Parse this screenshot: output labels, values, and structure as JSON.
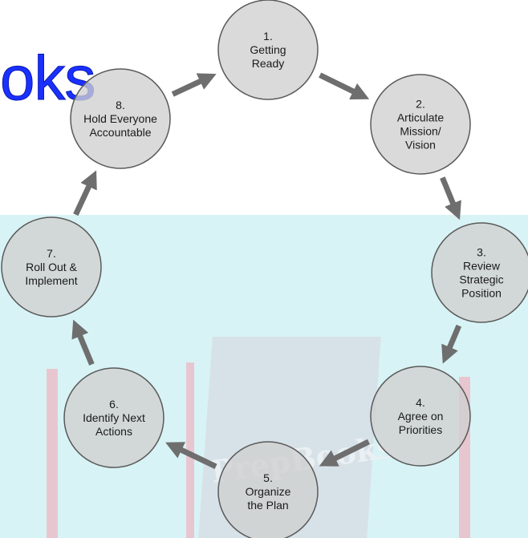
{
  "watermark": {
    "text": "oks",
    "book_word": "PrepBooks"
  },
  "diagram": {
    "steps": [
      {
        "number": "1.",
        "lines": [
          "Getting",
          "Ready"
        ]
      },
      {
        "number": "2.",
        "lines": [
          "Articulate",
          "Mission/",
          "Vision"
        ]
      },
      {
        "number": "3.",
        "lines": [
          "Review",
          "Strategic",
          "Position"
        ]
      },
      {
        "number": "4.",
        "lines": [
          "Agree on",
          "Priorities"
        ]
      },
      {
        "number": "5.",
        "lines": [
          "Organize",
          "the Plan"
        ]
      },
      {
        "number": "6.",
        "lines": [
          "Identify Next",
          "Actions"
        ]
      },
      {
        "number": "7.",
        "lines": [
          "Roll Out &",
          "Implement"
        ]
      },
      {
        "number": "8.",
        "lines": [
          "Hold Everyone",
          "Accountable"
        ]
      }
    ]
  },
  "colors": {
    "circle_fill": "#cfcfcf",
    "circle_stroke": "#5a5a5a",
    "arrow": "#6e6e6e",
    "watermark_blue": "#1a30ff",
    "watermark_band": "#d8f3f5"
  }
}
